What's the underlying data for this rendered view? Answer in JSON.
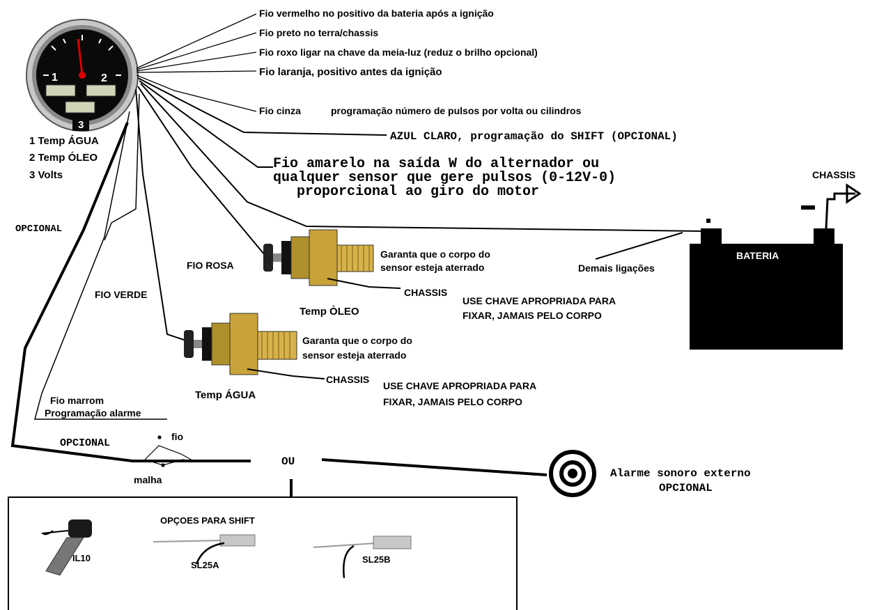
{
  "gauge": {
    "labels": [
      "1",
      "2",
      "3"
    ],
    "legend": [
      "1 Temp ÁGUA",
      "2 Temp ÓLEO",
      "3 Volts"
    ]
  },
  "wires": {
    "red": "Fio vermelho no positivo da bateria  após a ignição",
    "black": "Fio preto no terra/chassis",
    "purple": "Fio roxo ligar na chave da meia-luz (reduz o brilho opcional)",
    "orange": "Fio laranja, positivo antes da ignição",
    "gray_label": "Fio cinza",
    "gray_text": "programação número de pulsos por volta ou cilindros",
    "light_blue": "AZUL CLARO, programação do SHIFT (OPCIONAL)",
    "yellow_lines": [
      "Fio amarelo na saída W do alternador ou",
      "qualquer sensor que gere pulsos (0-12V-0)",
      "proporcional ao giro do motor"
    ]
  },
  "battery": {
    "label": "BATERIA",
    "chassis": "CHASSIS",
    "minus": "-",
    "plus": "+",
    "other": "Demais ligações"
  },
  "oil_sensor": {
    "wire": "FIO ROSA",
    "ground_lines": [
      "Garanta que o corpo do",
      "sensor esteja aterrado"
    ],
    "chassis": "CHASSIS",
    "wrench_lines": [
      "USE CHAVE APROPRIADA PARA",
      "FIXAR, JAMAIS PELO CORPO"
    ],
    "name": "Temp ÒLEO"
  },
  "water_sensor": {
    "wire": "FIO VERDE",
    "ground_lines": [
      "Garanta que o corpo do",
      "sensor esteja aterrado"
    ],
    "chassis": "CHASSIS",
    "wrench_lines": [
      "USE CHAVE APROPRIADA PARA",
      "FIXAR, JAMAIS PELO CORPO"
    ],
    "name": "Temp ÁGUA"
  },
  "optional_left": "OPCIONAL",
  "brown_wire": [
    "Fio marrom",
    "Programação alarme"
  ],
  "optional_bottom": "OPCIONAL",
  "fio": "fio",
  "malha": "malha",
  "ou": "OU",
  "alarm": [
    "Alarme sonoro externo",
    "OPCIONAL"
  ],
  "shift_box": {
    "title": "OPÇOES PARA SHIFT",
    "items": [
      "IL10",
      "SL25A",
      "SL25B"
    ]
  }
}
